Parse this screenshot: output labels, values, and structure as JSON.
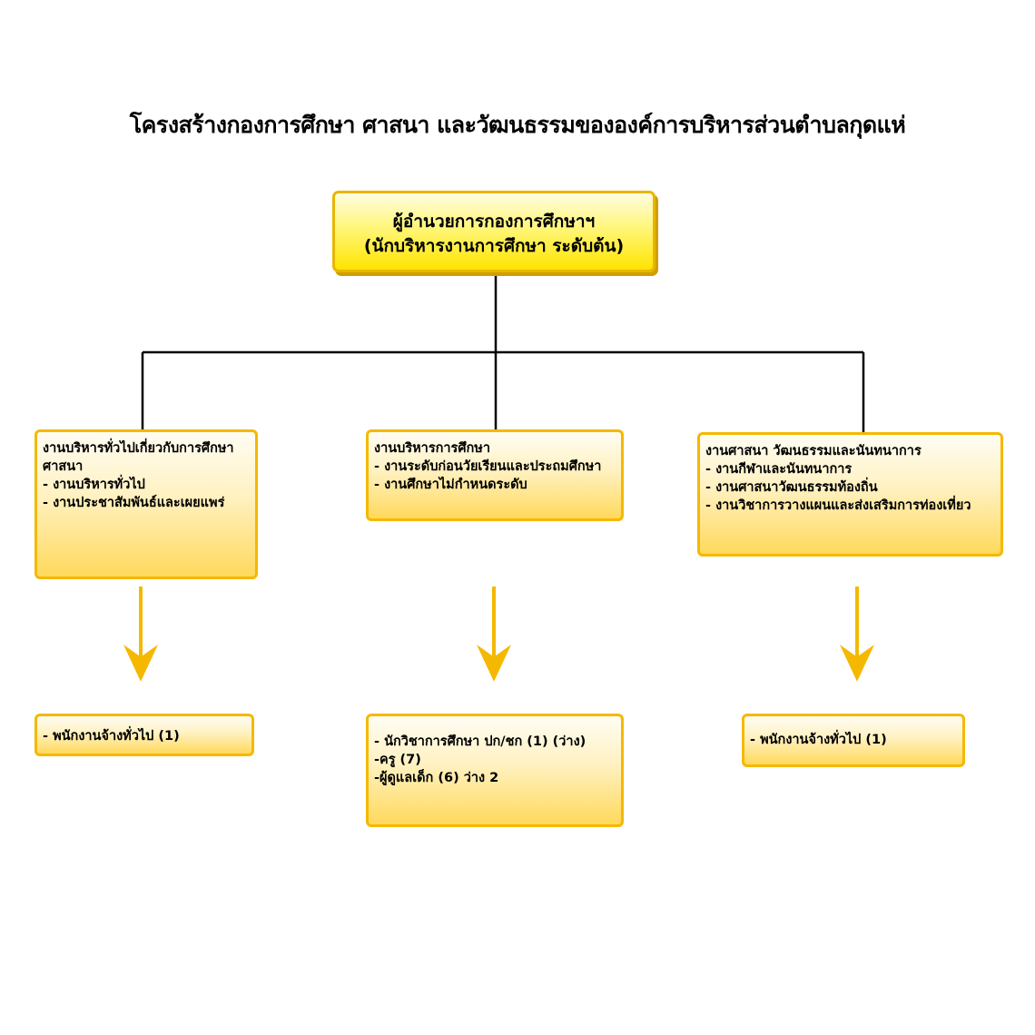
{
  "title": "โครงสร้างกองการศึกษา ศาสนา และวัฒนธรรมขององค์การบริหารส่วนตำบลกุดแห่",
  "head": {
    "line1": "ผู้อำนวยการกองการศึกษาฯ",
    "line2": "(นักบริหารงานการศึกษา  ระดับต้น)"
  },
  "sections": [
    {
      "lines": [
        "งานบริหารทั่วไปเกี่ยวกับการศึกษา",
        "ศาสนา",
        "- งานบริหารทั่วไป",
        "- งานประชาสัมพันธ์และเผยแพร่"
      ],
      "staff": [
        " - พนักงานจ้างทั่วไป (1)"
      ]
    },
    {
      "lines": [
        "งานบริหารการศึกษา",
        "- งานระดับก่อนวัยเรียนและประถมศึกษา",
        "- งานศึกษาไม่กำหนดระดับ"
      ],
      "staff": [
        "- นักวิชาการศึกษา  ปก/ชก (1)  (ว่าง)",
        "-ครู  (7)",
        "-ผู้ดูแลเด็ก (6) ว่าง 2"
      ]
    },
    {
      "lines": [
        "งานศาสนา วัฒนธรรมและนันทนาการ",
        "- งานกีฬาและนันทนาการ",
        "- งานศาสนาวัฒนธรรมท้องถิ่น",
        "- งานวิชาการวางแผนและส่งเสริมการท่องเที่ยว"
      ],
      "staff": [
        "- พนักงานจ้างทั่วไป (1)"
      ]
    }
  ],
  "colors": {
    "connector": "#000000",
    "arrow": "#f5b800",
    "box_border": "#f5b800",
    "head_fill": "#ffe400"
  }
}
